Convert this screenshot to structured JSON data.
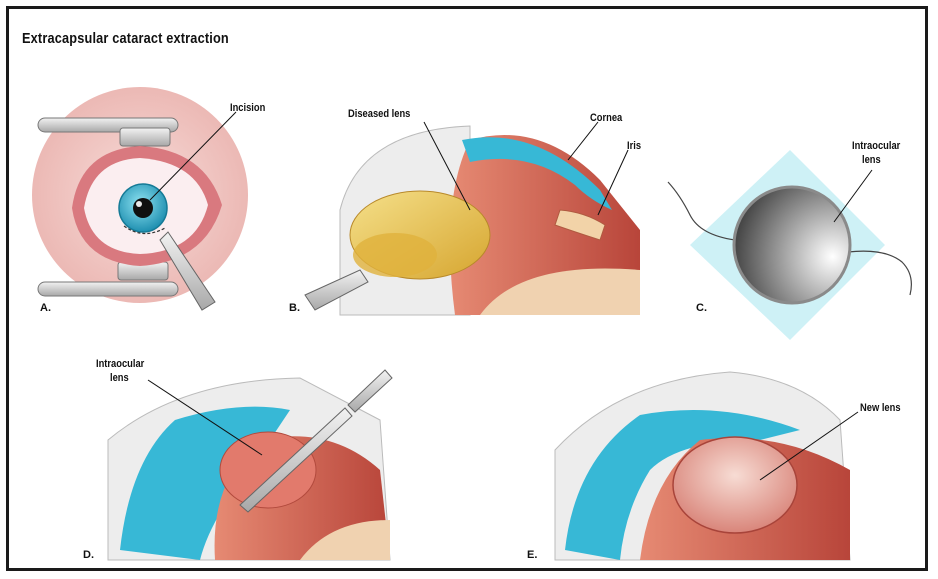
{
  "title": "Extracapsular cataract extraction",
  "panels": {
    "a": {
      "letter": "A.",
      "label_incision": "Incision"
    },
    "b": {
      "letter": "B.",
      "label_diseased": "Diseased lens",
      "label_cornea": "Cornea",
      "label_iris": "Iris"
    },
    "c": {
      "letter": "C.",
      "label_iol_1": "Intraocular",
      "label_iol_2": "lens"
    },
    "d": {
      "letter": "D.",
      "label_iol_1": "Intraocular",
      "label_iol_2": "lens"
    },
    "e": {
      "letter": "E.",
      "label_new": "New lens"
    }
  },
  "colors": {
    "cornea_blue": "#37b8d6",
    "tissue_red": "#c9584a",
    "lens_yellow": "#e8c455",
    "skin_pink": "#e9b2ae"
  }
}
